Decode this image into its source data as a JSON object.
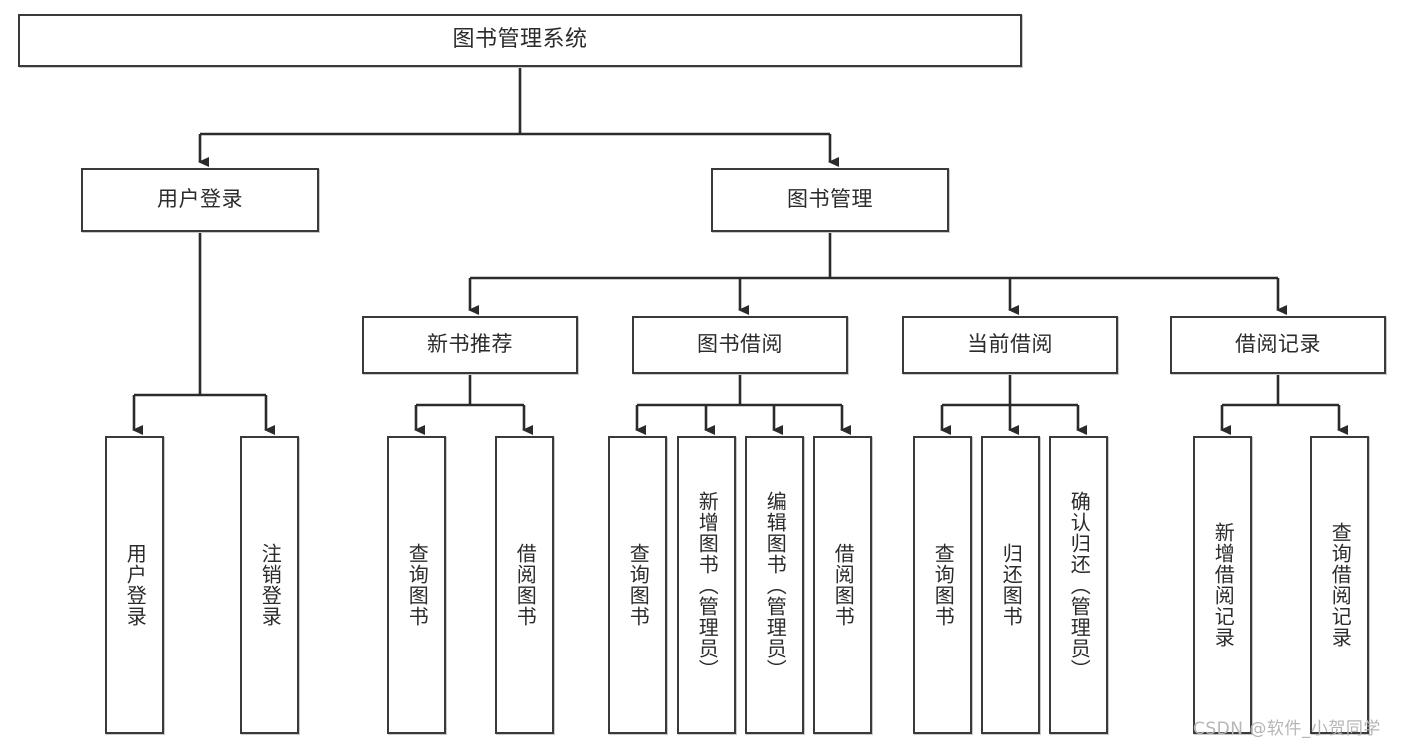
{
  "diagram": {
    "title": "图书管理系统",
    "type": "tree-hierarchy-diagram",
    "colors": {
      "border": "#3a3a3a",
      "fill": "#ffffff",
      "text": "#2b2b2b",
      "connector": "#2b2b2b",
      "watermark": "#b6b6b6"
    },
    "root": {
      "label": "图书管理系统"
    },
    "level2": [
      {
        "label": "用户登录"
      },
      {
        "label": "图书管理"
      }
    ],
    "level3": [
      {
        "label": "新书推荐"
      },
      {
        "label": "图书借阅"
      },
      {
        "label": "当前借阅"
      },
      {
        "label": "借阅记录"
      }
    ],
    "leaves": {
      "user_login": [
        {
          "label": "用户登录"
        },
        {
          "label": "注销登录"
        }
      ],
      "new_book_recommend": [
        {
          "label": "查询图书"
        },
        {
          "label": "借阅图书"
        }
      ],
      "book_borrow": [
        {
          "label": "查询图书"
        },
        {
          "label": "新增图书（管理员）"
        },
        {
          "label": "编辑图书（管理员）"
        },
        {
          "label": "借阅图书"
        }
      ],
      "current_borrow": [
        {
          "label": "查询图书"
        },
        {
          "label": "归还图书"
        },
        {
          "label": "确认归还（管理员）"
        }
      ],
      "borrow_record": [
        {
          "label": "新增借阅记录"
        },
        {
          "label": "查询借阅记录"
        }
      ]
    }
  },
  "watermark": {
    "text": "CSDN @软件_小贺同学"
  }
}
